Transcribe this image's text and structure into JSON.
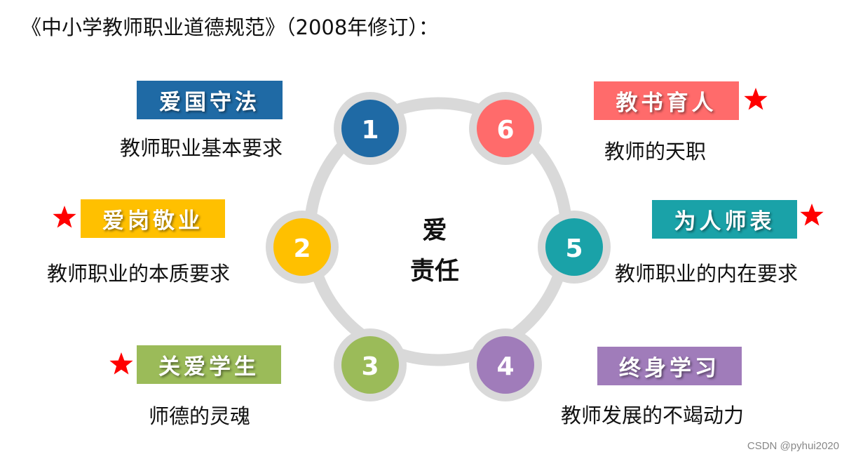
{
  "title": "《中小学教师职业道德规范》（2008年修订）：",
  "center": {
    "line1": "爱",
    "line2": "责任"
  },
  "items": [
    {
      "num": "1",
      "label": "爱国守法",
      "desc": "教师职业基本要求",
      "color": "#1f6aa5",
      "starred": false
    },
    {
      "num": "2",
      "label": "爱岗敬业",
      "desc": "教师职业的本质要求",
      "color": "#ffc000",
      "starred": true
    },
    {
      "num": "3",
      "label": "关爱学生",
      "desc": "师德的灵魂",
      "color": "#9bbb59",
      "starred": true
    },
    {
      "num": "4",
      "label": "终身学习",
      "desc": "教师发展的不竭动力",
      "color": "#a07cba",
      "starred": false
    },
    {
      "num": "5",
      "label": "为人师表",
      "desc": "教师职业的内在要求",
      "color": "#1aa2a8",
      "starred": true
    },
    {
      "num": "6",
      "label": "教书育人",
      "desc": "教师的天职",
      "color": "#ff6b6b",
      "starred": true
    }
  ],
  "ring_color": "#d9d9d9",
  "star_color": "#ff0000",
  "watermark": "CSDN @pyhui2020"
}
